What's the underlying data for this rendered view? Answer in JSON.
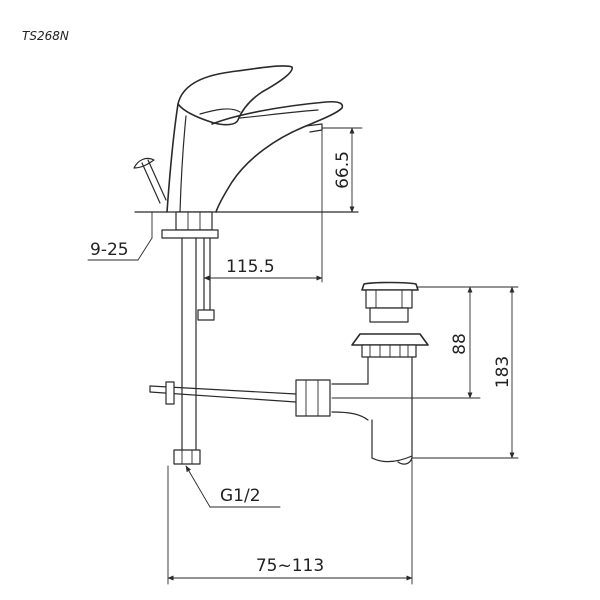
{
  "model_code": "TS268N",
  "dimensions": {
    "spout_height": "66.5",
    "deck_thickness": "9-25",
    "spout_reach": "115.5",
    "popup_height": "88",
    "drain_total_height": "183",
    "connection_thread": "G1/2",
    "center_distance": "75~113"
  }
}
